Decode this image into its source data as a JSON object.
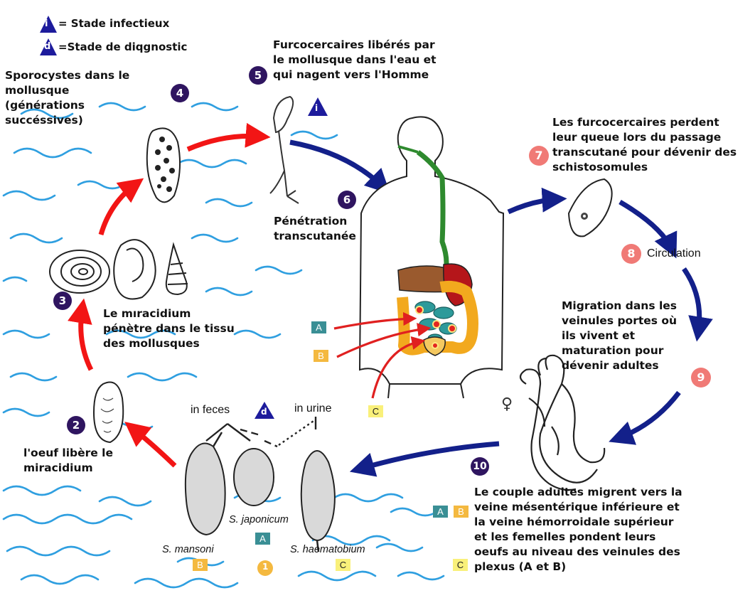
{
  "legend": {
    "infectious_letter": "i",
    "infectious_text": "= Stade infectieux",
    "diagnostic_letter": "d",
    "diagnostic_text": "=Stade de diqgnostic"
  },
  "steps": [
    {
      "num": "2",
      "text": "l'oeuf libère le\nmiracidium"
    },
    {
      "num": "3",
      "text": "Le mıracidium\npénètre dans le tissu\ndes mollusques"
    },
    {
      "num": "4",
      "text": "Sporocystes dans le\nmollusque\n(générations\nsuccéssives)"
    },
    {
      "num": "5",
      "text": "Furcocercaires libérés par\nle mollusque dans l'eau et\nqui nagent vers l'Homme"
    },
    {
      "num": "6",
      "text": "Pénétration\ntranscutanée"
    },
    {
      "num": "7",
      "text": "Les furcocercaires perdent\nleur queue lors du passage\ntranscutané pour dévenir des\nschistosomules"
    },
    {
      "num": "8",
      "text": "Circulation"
    },
    {
      "num": "9",
      "text": "Migration dans les\nveinules portes où\nils vivent et\nmaturation pour\ndévenir adultes"
    },
    {
      "num": "10",
      "text": "Le couple adultes migrent vers la\nveine mésentérique inférieure et\nla veine hémorroidale supérieur\net les femelles pondent leurs\noeufs au niveau des veinules des\nplexus (A et B)"
    }
  ],
  "egg_labels": {
    "in_feces": "in feces",
    "in_urine": "in urine",
    "mansoni": "S. mansoni",
    "japonicum": "S. japonicum",
    "haematobium": "S. haematobium",
    "stage_number": "1"
  },
  "letters": {
    "a": "A",
    "b": "B",
    "c": "C"
  },
  "female_symbol": "♀",
  "colors": {
    "step_dark": "#2f1560",
    "step_red": "#f07a76",
    "arrow_red": "#f21515",
    "arrow_blue": "#13208a",
    "water": "#2f9fe0",
    "box_a": "#3a8f95",
    "box_b": "#f4b940",
    "box_c": "#f9f07a",
    "gut_green": "#2e8a2e",
    "gut_orange": "#f2a91e",
    "gut_teal": "#2d9a9a"
  }
}
